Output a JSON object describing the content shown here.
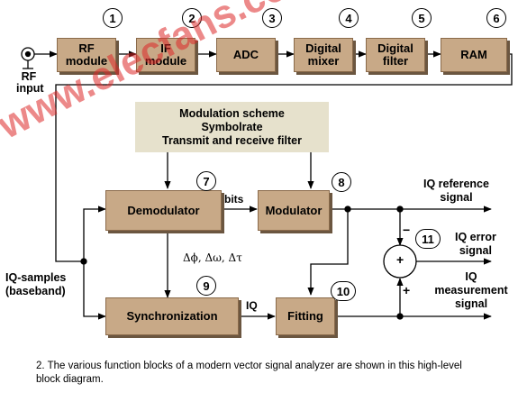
{
  "blocks": {
    "rf_module": "RF\nmodule",
    "if_module": "IF\nmodule",
    "adc": "ADC",
    "digital_mixer": "Digital\nmixer",
    "digital_filter": "Digital\nfilter",
    "ram": "RAM",
    "demodulator": "Demodulator",
    "modulator": "Modulator",
    "synchronization": "Synchronization",
    "fitting": "Fitting"
  },
  "numbers": [
    "1",
    "2",
    "3",
    "4",
    "5",
    "6",
    "7",
    "8",
    "9",
    "10",
    "11"
  ],
  "params": {
    "line1": "Modulation scheme",
    "line2": "Symbolrate",
    "line3": "Transmit and receive filter"
  },
  "labels": {
    "rf_input_1": "RF",
    "rf_input_2": "input",
    "iq_samples_1": "IQ-samples",
    "iq_samples_2": "(baseband)",
    "bits": "bits",
    "iq": "IQ",
    "deltas": "Δϕ, Δω, Δτ",
    "iq_ref_1": "IQ reference",
    "iq_ref_2": "signal",
    "iq_err_1": "IQ error",
    "iq_err_2": "signal",
    "iq_meas_1": "IQ",
    "iq_meas_2": "measurement",
    "iq_meas_3": "signal",
    "minus": "−",
    "plus_sum": "+",
    "plus_in": "+"
  },
  "caption": "2. The various function blocks of a modern vector signal analyzer are shown in this high-level block diagram.",
  "watermark": "www.elecfans.com",
  "colors": {
    "block": "#c8a987",
    "params_bg": "#e6e1cc",
    "watermark": "#dc2828"
  }
}
